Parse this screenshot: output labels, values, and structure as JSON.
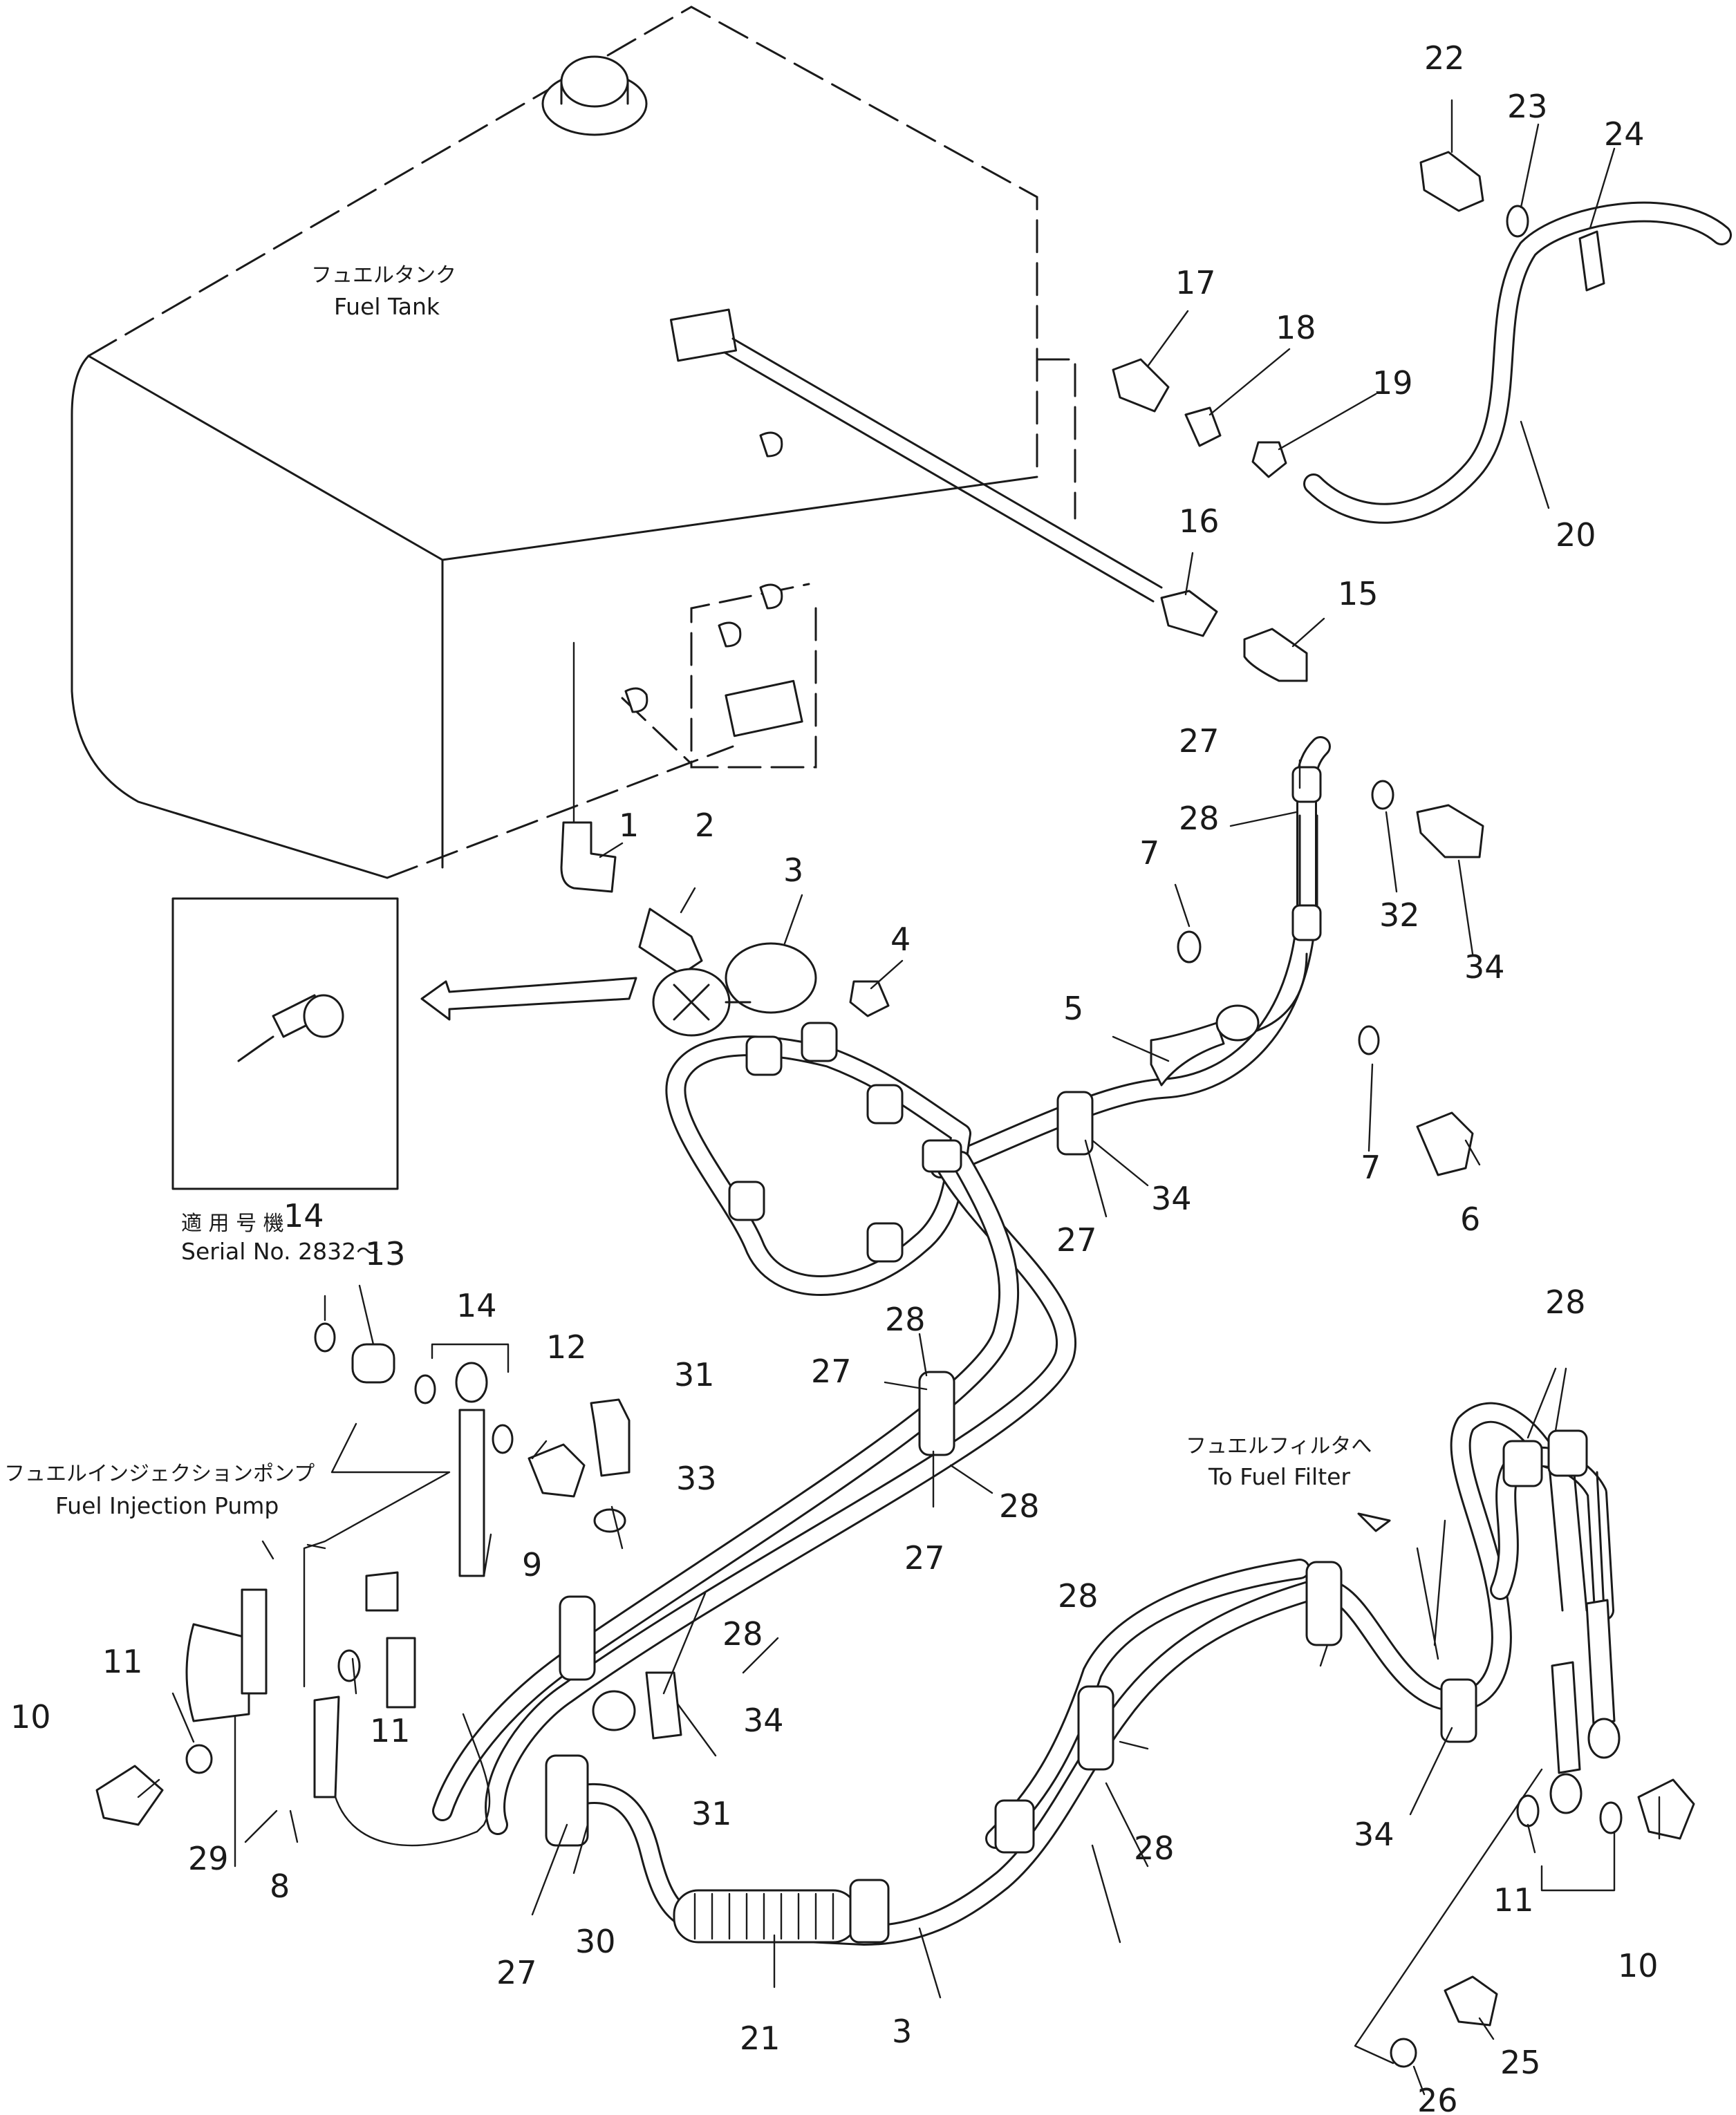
{
  "labels": {
    "fuel_tank_jp": "フュエルタンク",
    "fuel_tank_en": "Fuel Tank",
    "injection_pump_jp": "フュエルインジェクションポンプ",
    "injection_pump_en": "Fuel Injection Pump",
    "fuel_filter_jp": "フュエルフィルタへ",
    "fuel_filter_en": "To Fuel Filter",
    "serial_jp": "適 用 号 機",
    "serial_en": "Serial No. 2832～"
  },
  "callouts": [
    "1",
    "2",
    "3",
    "4",
    "5",
    "6",
    "7",
    "7",
    "8",
    "9",
    "10",
    "10",
    "11",
    "11",
    "11",
    "12",
    "13",
    "14",
    "14",
    "15",
    "16",
    "17",
    "18",
    "19",
    "20",
    "21",
    "22",
    "23",
    "24",
    "25",
    "26",
    "27",
    "27",
    "27",
    "27",
    "27",
    "28",
    "28",
    "28",
    "28",
    "28",
    "28",
    "28",
    "29",
    "30",
    "31",
    "31",
    "32",
    "33",
    "34",
    "34",
    "34",
    "34",
    "3"
  ]
}
